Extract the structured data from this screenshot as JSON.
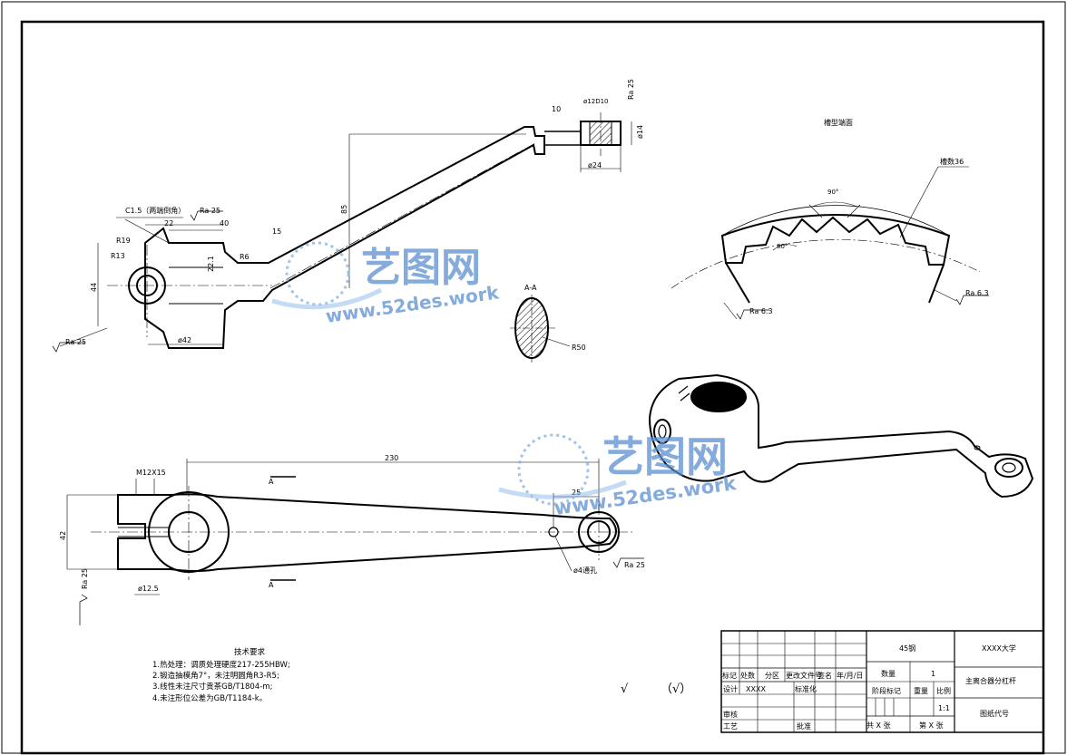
{
  "dimensions": {
    "c15_label": "C1.5（两端倒角）",
    "ra25": "Ra 25",
    "ra63": "Ra 6.3",
    "d22": "22",
    "d40": "40",
    "r19": "R19",
    "r13": "R13",
    "r6": "R6",
    "d221": "22.1",
    "d44": "44",
    "phi42": "ø42",
    "d15": "15",
    "d85": "85",
    "phi12": "ø12D10",
    "phi14": "ø14",
    "phi24": "ø24",
    "d10": "10",
    "d230": "230",
    "d25": "25",
    "m12": "M12X15",
    "phi125": "ø12.5",
    "phi4hole": "ø4通孔",
    "section_a": "A",
    "section_aa": "A-A",
    "r50": "R50",
    "d42": "42"
  },
  "gear_view": {
    "title": "槽型端面",
    "teeth_label": "槽数36",
    "angle90": "90°",
    "angle80": "80°"
  },
  "notes": {
    "title": "技术要求",
    "lines": [
      "1.热处理：调质处理硬度217-255HBW;",
      "2.锻造抽模角7°，未注明圆角R3-R5;",
      "3.线性未注尺寸贡茶GB/T1804-m;",
      "4.未注形位公差为GB/T1184-k。"
    ]
  },
  "symbols": {
    "check": "√",
    "check_paren": "（√）"
  },
  "title_block": {
    "material": "45钢",
    "school": "XXXX大学",
    "part_name": "主离合器分杠杆",
    "drawing_no": "图纸代号",
    "qty_label": "数量",
    "qty_value": "1",
    "stage_label": "阶段标记",
    "weight_label": "重量",
    "scale_label": "比例",
    "scale_value": "1:1",
    "sheet_total": "共 X 张",
    "sheet_no": "第 X 张",
    "mark": "标记",
    "count": "处数",
    "zone": "分区",
    "change_doc": "更改文件号",
    "sign": "签名",
    "date": "年/月/日",
    "design": "设计",
    "designer": "XXXX",
    "std": "标准化",
    "review": "审核",
    "process": "工艺",
    "approve": "批准"
  },
  "watermark": {
    "text": "艺图网",
    "url": "www.52des.work"
  }
}
